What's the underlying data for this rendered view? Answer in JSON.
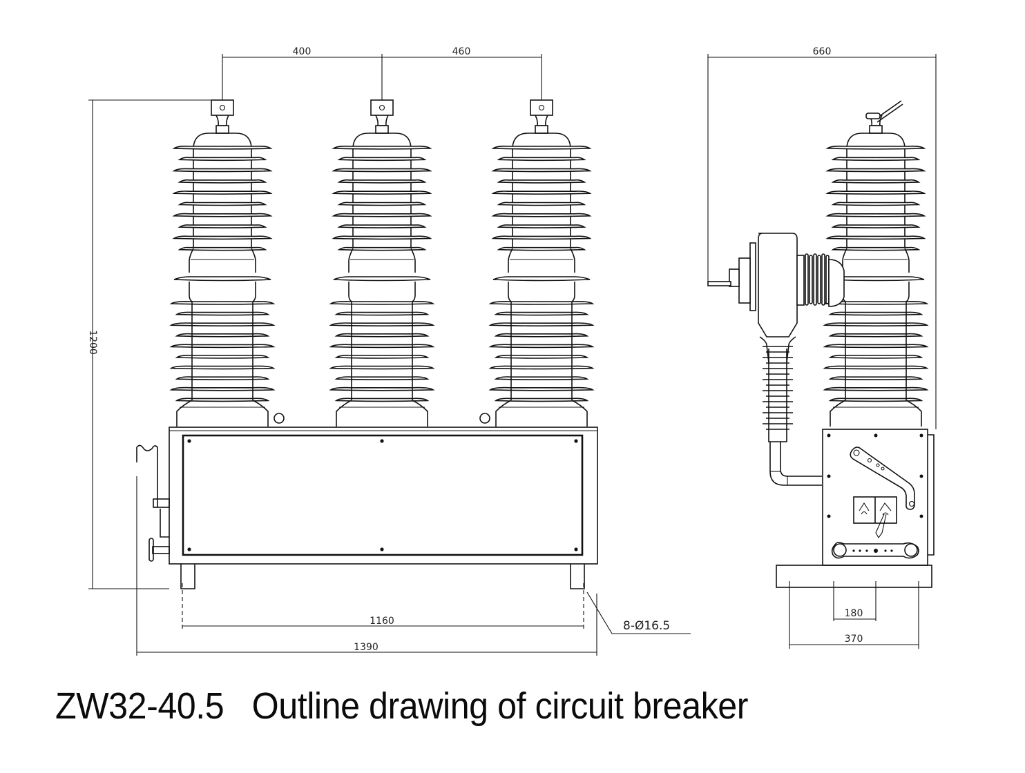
{
  "diagram": {
    "type": "engineering-outline-drawing",
    "subject": "circuit breaker",
    "views": [
      "front-view",
      "side-view"
    ],
    "front_view": {
      "pole_count": 3,
      "dimensions": {
        "pole_spacing_left": "400",
        "pole_spacing_right": "460",
        "overall_height": "1200",
        "mounting_hole_spacing": "1160",
        "overall_width": "1390",
        "mounting_holes": "8-Ø16.5"
      }
    },
    "side_view": {
      "dimensions": {
        "overall_depth": "660",
        "inner_mounting_spacing": "180",
        "base_width": "370"
      }
    }
  },
  "labels": {
    "dim_400": "400",
    "dim_460": "460",
    "dim_1200": "1200",
    "dim_1160": "1160",
    "dim_1390": "1390",
    "dim_holes": "8-Ø16.5",
    "dim_660": "660",
    "dim_180": "180",
    "dim_370": "370"
  },
  "caption": {
    "model": "ZW32-40.5",
    "title": "Outline drawing of circuit breaker",
    "full": "ZW32-40.5   Outline drawing of circuit breaker"
  }
}
